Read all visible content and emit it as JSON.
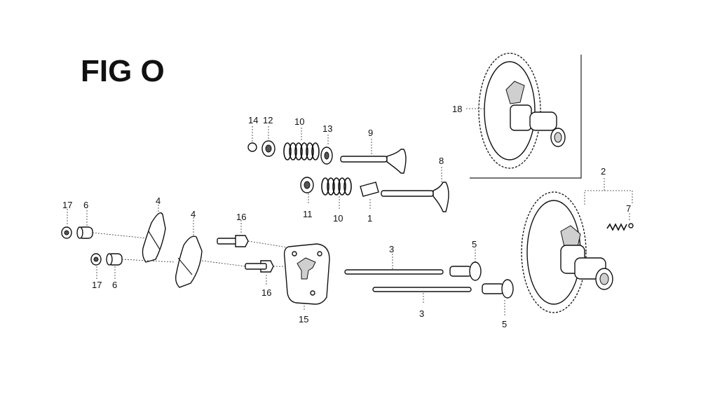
{
  "figure": {
    "title": "FIG O"
  },
  "callouts": {
    "c1": "1",
    "c2": "2",
    "c3a": "3",
    "c3b": "3",
    "c4a": "4",
    "c4b": "4",
    "c5a": "5",
    "c5b": "5",
    "c6a": "6",
    "c6b": "6",
    "c7": "7",
    "c8": "8",
    "c9": "9",
    "c10a": "10",
    "c10b": "10",
    "c11": "11",
    "c12": "12",
    "c13": "13",
    "c14": "14",
    "c15": "15",
    "c16a": "16",
    "c16b": "16",
    "c17a": "17",
    "c17b": "17",
    "c18": "18"
  }
}
